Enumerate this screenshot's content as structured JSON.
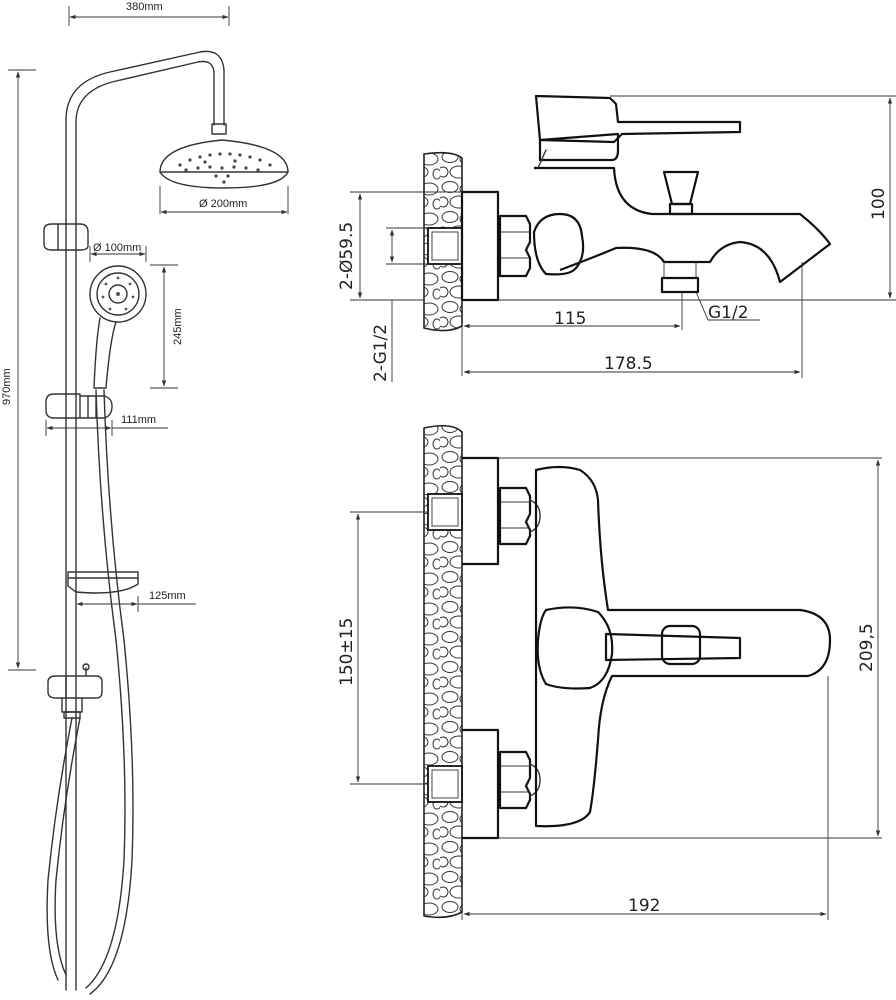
{
  "shower": {
    "width_label": "380mm",
    "height_label": "970mm",
    "head_diameter_label": "Ø 200mm",
    "handshower_diameter_label": "Ø 100mm",
    "handshower_length_label": "245mm",
    "holder_offset_label": "111mm",
    "soap_dish_label": "125mm"
  },
  "side_view": {
    "height_label": "100",
    "connection_label": "2-Ø59.5",
    "thread_label": "2-G1/2",
    "spout_thread_label": "G1/2",
    "depth_label": "115",
    "total_depth_label": "178.5"
  },
  "top_view": {
    "width_label": "209,5",
    "spacing_label": "150±15",
    "depth_label": "192"
  },
  "colors": {
    "line": "#333333",
    "background": "#ffffff"
  }
}
